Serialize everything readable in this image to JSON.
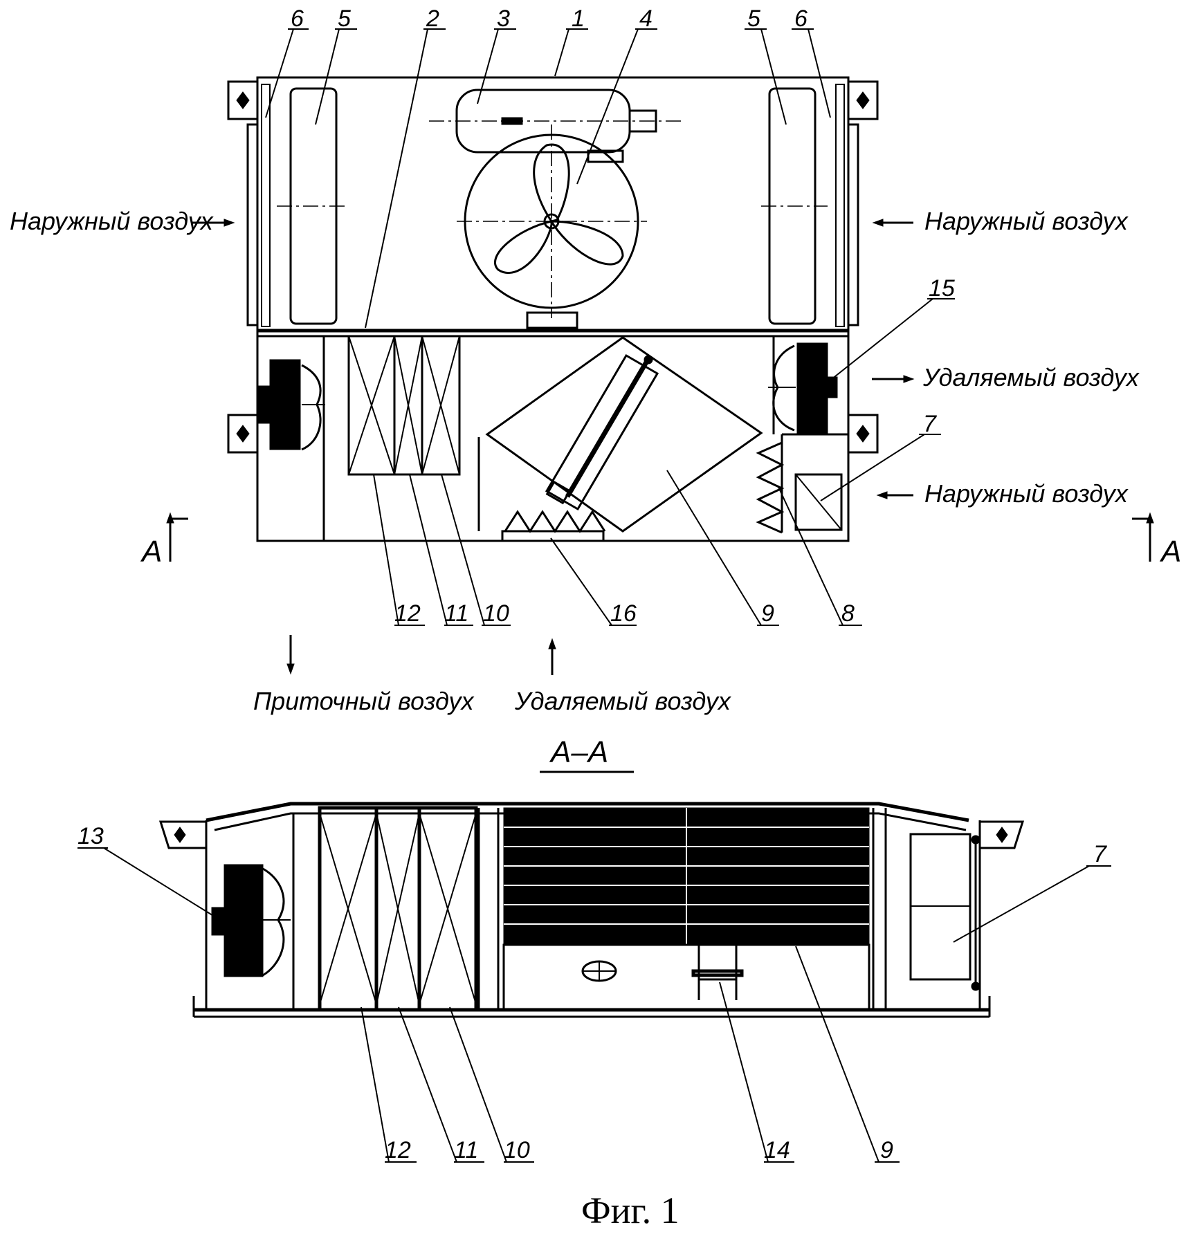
{
  "labels": {
    "outside_air": "Наружный воздух",
    "exhaust_air": "Удаляемый воздух",
    "supply_air": "Приточный воздух"
  },
  "section": {
    "marker": "A",
    "title": "A–A"
  },
  "caption": "Фиг. 1",
  "callouts_top": [
    "6",
    "5",
    "2",
    "3",
    "1",
    "4",
    "5",
    "6",
    "15",
    "7",
    "12",
    "11",
    "10",
    "16",
    "9",
    "8"
  ],
  "callouts_bottom": [
    "13",
    "7",
    "12",
    "11",
    "10",
    "14",
    "9"
  ]
}
